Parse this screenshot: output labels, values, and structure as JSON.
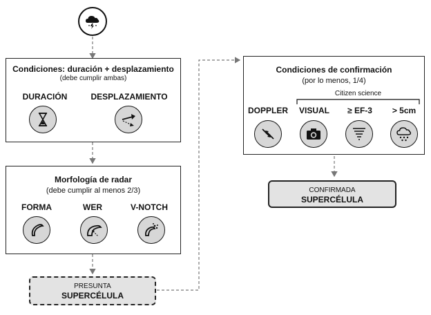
{
  "box_conditions": {
    "title": "Condiciones: duración + desplazamiento",
    "subtitle": "(debe cumplir ambas)",
    "items": [
      {
        "label": "DURACIÓN",
        "icon": "hourglass-icon"
      },
      {
        "label": "DESPLAZAMIENTO",
        "icon": "motion-arrow-icon"
      }
    ]
  },
  "box_radar": {
    "title": "Morfología de radar",
    "subtitle": "(debe cumplir al menos 2/3)",
    "items": [
      {
        "label": "FORMA",
        "icon": "hook-shape-icon"
      },
      {
        "label": "WER",
        "icon": "weak-echo-region-icon"
      },
      {
        "label": "V-NOTCH",
        "icon": "v-notch-icon"
      }
    ]
  },
  "box_confirm": {
    "title": "Condiciones de confirmación",
    "subtitle": "(por lo menos, 1/4)",
    "group_label": "Citizen science",
    "items": [
      {
        "label": "DOPPLER",
        "icon": "doppler-arrows-icon"
      },
      {
        "label": "VISUAL",
        "icon": "camera-icon"
      },
      {
        "label": "≥ EF-3",
        "icon": "tornado-icon"
      },
      {
        "label": "> 5cm",
        "icon": "hail-cloud-icon"
      }
    ]
  },
  "presunta": {
    "line1": "PRESUNTA",
    "line2": "SUPERCÉLULA"
  },
  "confirmada": {
    "line1": "CONFIRMADA",
    "line2": "SUPERCÉLULA"
  },
  "start_icon": "storm-cloud-icon",
  "colors": {
    "icon_fill": "#d7d7d7",
    "result_fill": "#e3e3e3",
    "stroke": "#111111",
    "connector": "#777777"
  }
}
